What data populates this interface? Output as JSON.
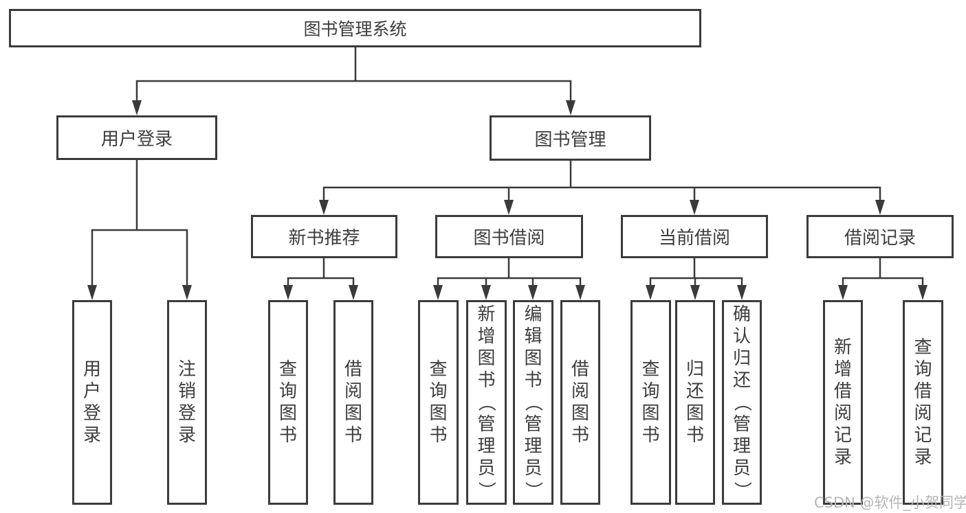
{
  "tree": {
    "root": {
      "label": "图书管理系统",
      "children": [
        {
          "label": "用户登录",
          "children": [
            {
              "label": "用户登录"
            },
            {
              "label": "注销登录"
            }
          ]
        },
        {
          "label": "图书管理",
          "children": [
            {
              "label": "新书推荐",
              "children": [
                {
                  "label": "查询图书"
                },
                {
                  "label": "借阅图书"
                }
              ]
            },
            {
              "label": "图书借阅",
              "children": [
                {
                  "label": "查询图书"
                },
                {
                  "label": "新增图书（管理员）"
                },
                {
                  "label": "编辑图书（管理员）"
                },
                {
                  "label": "借阅图书"
                }
              ]
            },
            {
              "label": "当前借阅",
              "children": [
                {
                  "label": "查询图书"
                },
                {
                  "label": "归还图书"
                },
                {
                  "label": "确认归还（管理员）"
                }
              ]
            },
            {
              "label": "借阅记录",
              "children": [
                {
                  "label": "新增借阅记录"
                },
                {
                  "label": "查询借阅记录"
                }
              ]
            }
          ]
        }
      ]
    }
  },
  "watermark": "CSDN @软件_小贺同学",
  "colors": {
    "line": "#3a3a3a",
    "border": "#3b3b3b",
    "text": "#3d3d3d",
    "watermark": "#b6b6b6",
    "background": "#ffffff"
  }
}
